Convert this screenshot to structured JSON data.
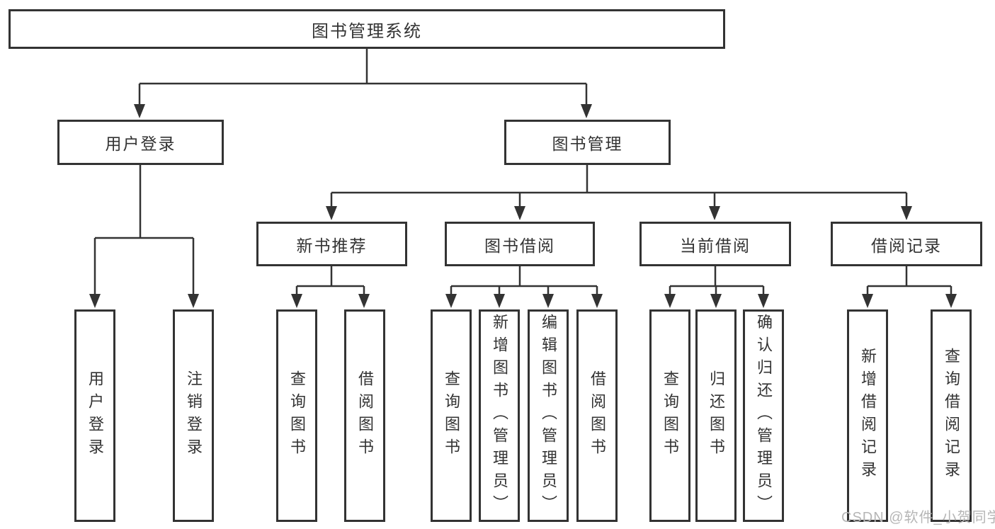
{
  "nodes": {
    "root": "图书管理系统",
    "login": {
      "label": "用户登录",
      "leaves": [
        "用户登录",
        "注销登录"
      ]
    },
    "management": {
      "label": "图书管理",
      "groups": [
        {
          "label": "新书推荐",
          "leaves": [
            "查询图书",
            "借阅图书"
          ]
        },
        {
          "label": "图书借阅",
          "leaves": [
            "查询图书",
            "新增图书（管理员）",
            "编辑图书（管理员）",
            "借阅图书"
          ]
        },
        {
          "label": "当前借阅",
          "leaves": [
            "查询图书",
            "归还图书",
            "确认归还（管理员）"
          ]
        },
        {
          "label": "借阅记录",
          "leaves": [
            "新增借阅记录",
            "查询借阅记录"
          ]
        }
      ]
    }
  },
  "watermark": "CSDN @软件_小贺同学",
  "colors": {
    "line": "#333333",
    "box_border": "#333333",
    "text": "#333333",
    "watermark": "#b6b6b6",
    "background": "#ffffff"
  }
}
